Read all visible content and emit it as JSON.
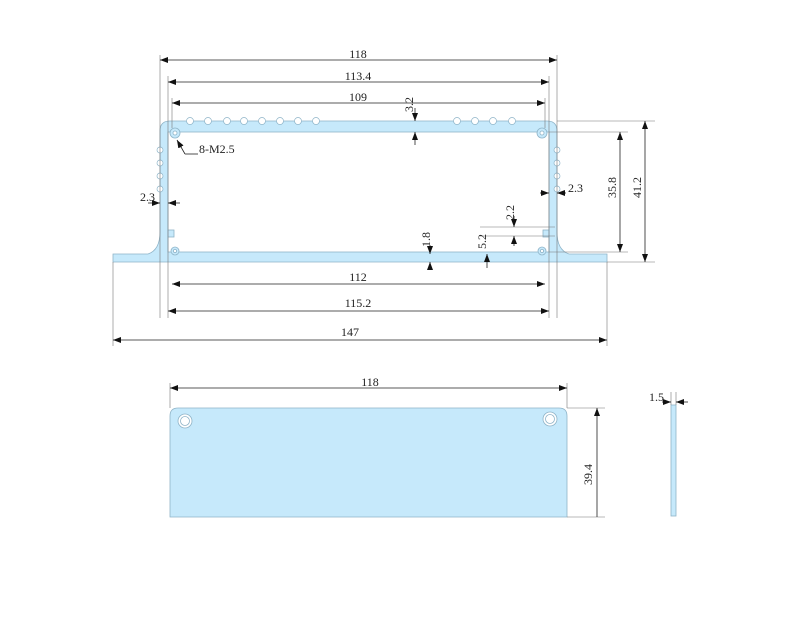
{
  "drawing": {
    "fill_color": "#c6e9fb",
    "profile": {
      "dims": {
        "overall_width": "118",
        "outer_width": "113.4",
        "inner_top_width": "109",
        "top_thickness": "3.2",
        "thread_note": "8-M2.5",
        "wall_left": "2.3",
        "wall_right": "2.3",
        "inner_height": "35.8",
        "overall_height": "41.2",
        "slot_width": "2.2",
        "slot_height": "5.2",
        "bottom_thickness": "1.8",
        "bottom_inner_width": "112",
        "bottom_outer_width": "115.2",
        "flange_width": "147"
      }
    },
    "end_plate": {
      "width": "118",
      "height": "39.4",
      "thickness": "1.5"
    }
  }
}
